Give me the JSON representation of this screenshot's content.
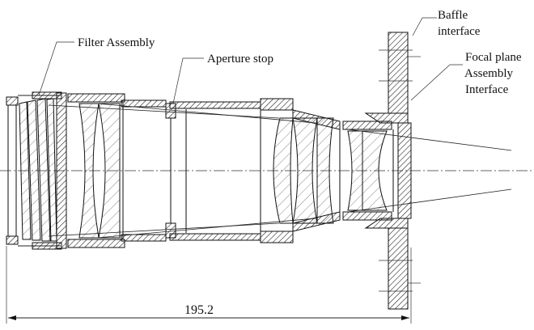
{
  "labels": {
    "filter_assembly": "Filter Assembly",
    "aperture_stop": "Aperture stop",
    "baffle_interface_1": "Baffle",
    "baffle_interface_2": "interface",
    "focal_plane_1": "Focal plane",
    "focal_plane_2": "Assembly",
    "focal_plane_3": "Interface"
  },
  "dimension": {
    "length": "195.2"
  }
}
